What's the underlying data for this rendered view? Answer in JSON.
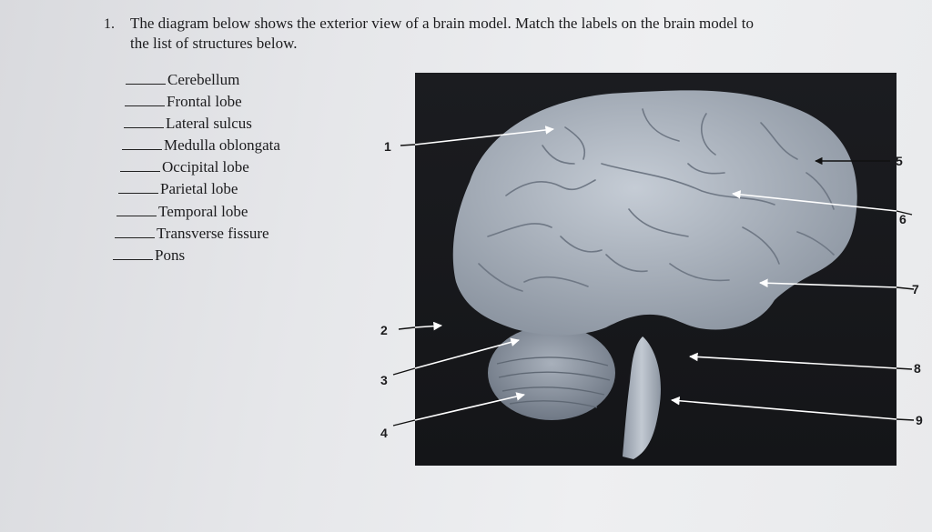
{
  "question": {
    "number": "1.",
    "line1": "The diagram below shows the exterior view of a brain model. Match the labels on the brain model to",
    "line2": "the list of structures below."
  },
  "structures": [
    "Cerebellum",
    "Frontal lobe",
    "Lateral sulcus",
    "Medulla oblongata",
    "Occipital lobe",
    "Parietal lobe",
    "Temporal lobe",
    "Transverse fissure",
    "Pons"
  ],
  "labels": [
    "1",
    "2",
    "3",
    "4",
    "5",
    "6",
    "7",
    "8",
    "9"
  ],
  "colors": {
    "brain": "#a9b1bc",
    "background": "#18191c",
    "ink": "#1c1c1e"
  }
}
